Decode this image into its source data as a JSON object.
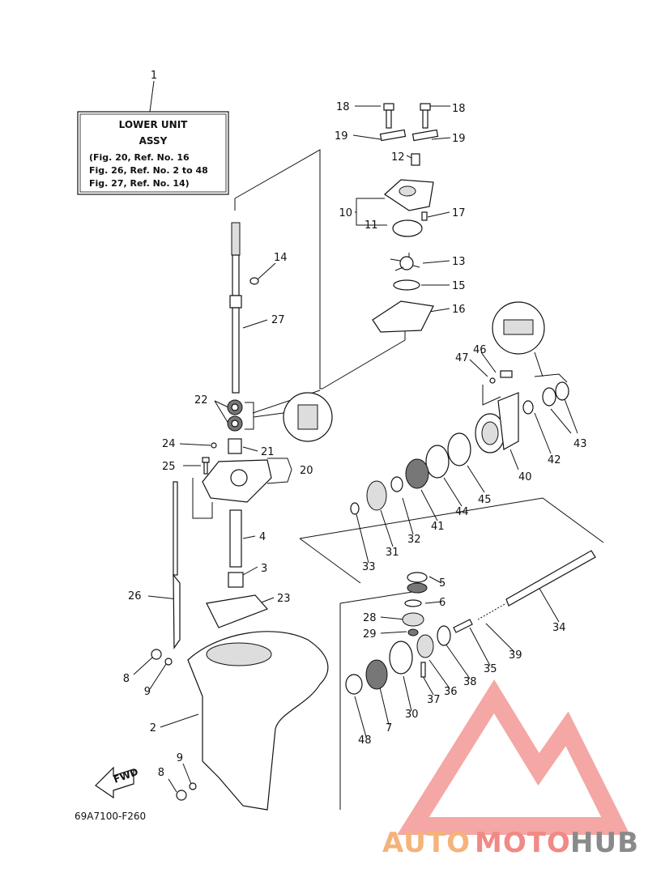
{
  "info_box": {
    "title": "LOWER UNIT",
    "subtitle": "ASSY",
    "lines": [
      "(Fig. 20, Ref. No. 16",
      " Fig. 26, Ref. No. 2 to 48",
      " Fig. 27, Ref. No. 14)"
    ]
  },
  "drawing_code": "69A7100-F260",
  "fwd_label": "FWD",
  "watermark": {
    "part1": "AUTO",
    "part2": "MOTO",
    "part3": "HUB",
    "color1": "#f5b37a",
    "color2": "#f08a86",
    "color3": "#8a8a8a",
    "logo_color": "#f08a86"
  },
  "callouts": [
    "1",
    "2",
    "3",
    "4",
    "5",
    "6",
    "7",
    "8",
    "8",
    "9",
    "9",
    "10",
    "11",
    "12",
    "13",
    "14",
    "15",
    "16",
    "17",
    "18",
    "18",
    "19",
    "19",
    "20",
    "21",
    "22",
    "23",
    "24",
    "25",
    "26",
    "27",
    "28",
    "29",
    "30",
    "31",
    "32",
    "33",
    "34",
    "35",
    "36",
    "37",
    "38",
    "39",
    "40",
    "41",
    "42",
    "43",
    "44",
    "45",
    "46",
    "47",
    "48"
  ]
}
